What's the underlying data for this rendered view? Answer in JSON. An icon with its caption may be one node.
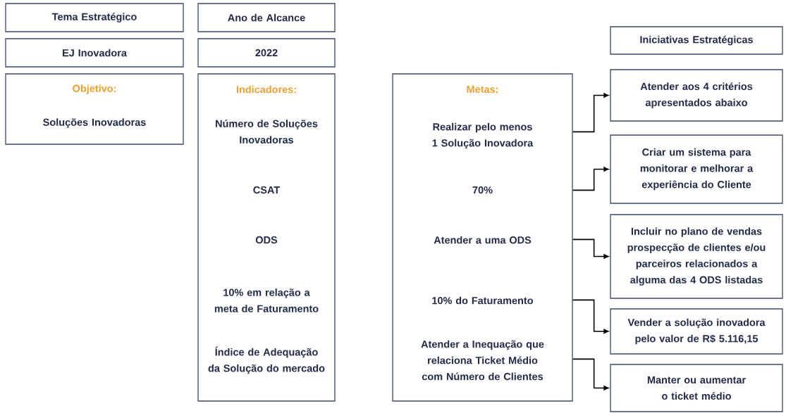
{
  "diagram": {
    "nodes": [
      {
        "text": [
          "Tema Estratégico"
        ]
      },
      {
        "text": [
          "Ano de Alcance"
        ]
      },
      {
        "text": [
          "EJ Inovadora"
        ]
      },
      {
        "text": [
          "2022"
        ]
      },
      {
        "text": [
          "Objetivo:",
          "Soluções Inovadoras"
        ]
      },
      {
        "text": [
          "Indicadores:",
          "Número de Soluções Inovadoras",
          "CSAT",
          "ODS",
          "10% em relação a meta de Faturamento",
          "Índice de Adequação da Solução do mercado"
        ]
      },
      {
        "text": [
          "Metas:",
          "Realizar pelo menos 1 Solução Inovadora",
          "70%",
          "Atender a uma ODS",
          "10% do Faturamento",
          "Atender a Inequação que relaciona Ticket Médio com Número de Clientes"
        ]
      },
      {
        "text": [
          "Iniciativas Estratégicas"
        ]
      },
      {
        "text": [
          "Atender aos 4 critérios apresentados abaixo"
        ]
      },
      {
        "text": [
          "Criar um sistema para monitorar e melhorar a experiência do Cliente"
        ]
      },
      {
        "text": [
          "Incluir no plano de vendas prospecção de clientes e/ou parceiros relacionados a alguma das 4 ODS listadas"
        ]
      },
      {
        "text": [
          "Vender a solução inovadora pelo valor de R$ 5.116,15"
        ]
      },
      {
        "text": [
          "Manter ou aumentar o ticket médio"
        ]
      }
    ],
    "edges": [
      {
        "from": 6,
        "to": 8,
        "arrow": "to"
      },
      {
        "from": 6,
        "to": 9,
        "arrow": "to"
      },
      {
        "from": 6,
        "to": 10,
        "arrow": "to"
      },
      {
        "from": 6,
        "to": 11,
        "arrow": "to"
      },
      {
        "from": 6,
        "to": 12,
        "arrow": "to"
      }
    ]
  }
}
